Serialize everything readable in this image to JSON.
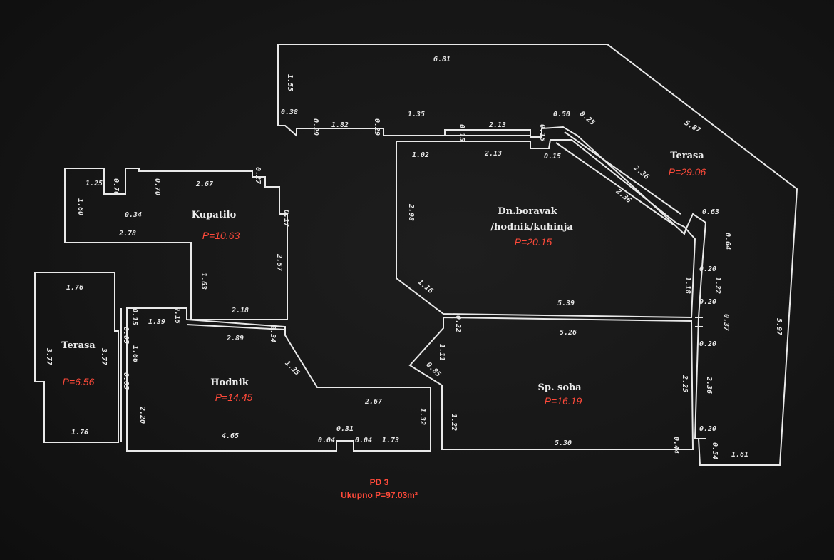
{
  "rooms": {
    "kupatilo": {
      "name": "Kupatilo",
      "area": "P=10.63"
    },
    "terasa_small": {
      "name": "Terasa",
      "area": "P=6.56"
    },
    "hodnik": {
      "name": "Hodnik",
      "area": "P=14.45"
    },
    "dnevni": {
      "name_line1": "Dn.boravak",
      "name_line2": "/hodnik/kuhinja",
      "area": "P=20.15"
    },
    "sp_soba": {
      "name": "Sp. soba",
      "area": "P=16.19"
    },
    "terasa_big": {
      "name": "Terasa",
      "area": "P=29.06"
    }
  },
  "summary": {
    "unit": "PD 3",
    "total": "Ukupno P=97.03m²"
  },
  "dimensions": {
    "top_wall": "6.81",
    "left_top": "1.55",
    "d_038": "0.38",
    "d_029a": "0.29",
    "d_182": "1.82",
    "d_029b": "0.29",
    "d_135": "1.35",
    "d_015a": "0.15",
    "d_213a": "2.13",
    "d_015b": "0.15",
    "d_050": "0.50",
    "d_025": "0.25",
    "d_587": "5.87",
    "d_102": "1.02",
    "d_213b": "2.13",
    "d_015c": "0.15",
    "d_236a": "2.36",
    "d_236b": "2.36",
    "d_298": "2.98",
    "d_116": "1.16",
    "d_063": "0.63",
    "d_064": "0.64",
    "d_539": "5.39",
    "d_118": "1.18",
    "d_122": "1.22",
    "d_020a": "0.20",
    "d_020b": "0.20",
    "d_020c": "0.20",
    "d_020d": "0.20",
    "d_597": "5.97",
    "d_037": "0.37",
    "d_125": "1.25",
    "d_170": "0.70",
    "d_070b": "0.70",
    "d_267a": "2.67",
    "d_027": "0.27",
    "d_160": "1.60",
    "d_034a": "0.34",
    "d_017": "0.17",
    "d_278": "2.78",
    "d_257": "2.57",
    "d_163": "1.63",
    "d_218": "2.18",
    "ter_top": "1.76",
    "ter_bottom": "1.76",
    "ter_left": "3.77",
    "ter_right": "3.77",
    "d_015h": "0.15",
    "d_139": "1.39",
    "d_015i": "0.15",
    "d_289": "2.89",
    "d_034b": "0.34",
    "d_005a": "0.05",
    "d_166": "1.66",
    "d_005b": "0.05",
    "d_135b": "1.35",
    "d_267b": "2.67",
    "d_220": "2.20",
    "d_465": "4.65",
    "d_004a": "0.04",
    "d_031": "0.31",
    "d_004b": "0.04",
    "d_173": "1.73",
    "d_132": "1.32",
    "d_022": "0.22",
    "d_526": "5.26",
    "d_111": "1.11",
    "d_085": "0.85",
    "d_122b": "1.22",
    "d_225": "2.25",
    "d_236c": "2.36",
    "d_530": "5.30",
    "d_044": "0.44",
    "d_054": "0.54",
    "d_161": "1.61"
  }
}
